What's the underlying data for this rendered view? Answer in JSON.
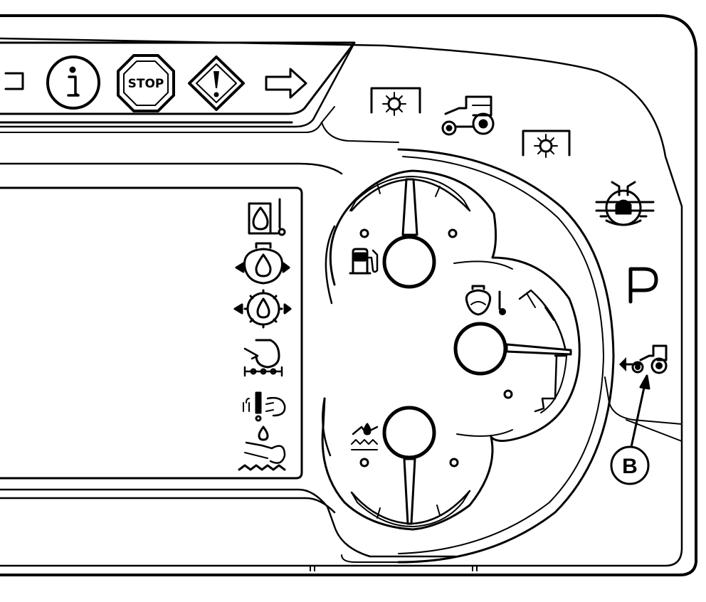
{
  "warning_bar": {
    "stop_label": "STOP"
  },
  "indicators": {
    "park_label": "P"
  },
  "callout": {
    "label": "B"
  }
}
